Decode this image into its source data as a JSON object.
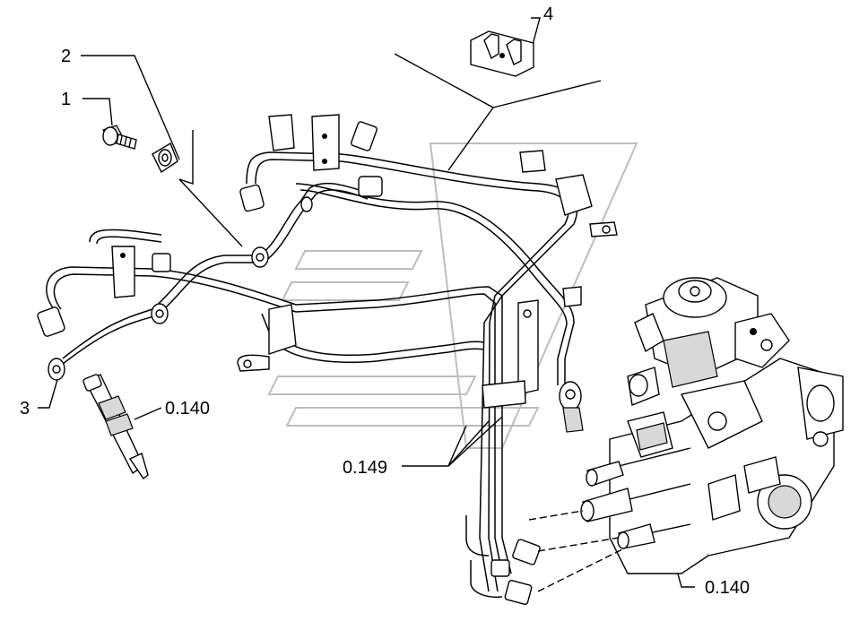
{
  "diagram": {
    "callouts": [
      {
        "id": "c1",
        "text": "1"
      },
      {
        "id": "c2",
        "text": "2"
      },
      {
        "id": "c3",
        "text": "3"
      },
      {
        "id": "c4",
        "text": "4"
      },
      {
        "id": "c5",
        "text": "0.140"
      },
      {
        "id": "c6",
        "text": "0.149"
      },
      {
        "id": "c7",
        "text": "0.140"
      }
    ],
    "parts": {
      "bolt": "banjo-bolt",
      "washer": "sealing-washer",
      "pipe_end": "pipe-end-fitting",
      "clamp": "pipe-clamp",
      "injector": "injector",
      "pump": "injection-pump"
    }
  }
}
